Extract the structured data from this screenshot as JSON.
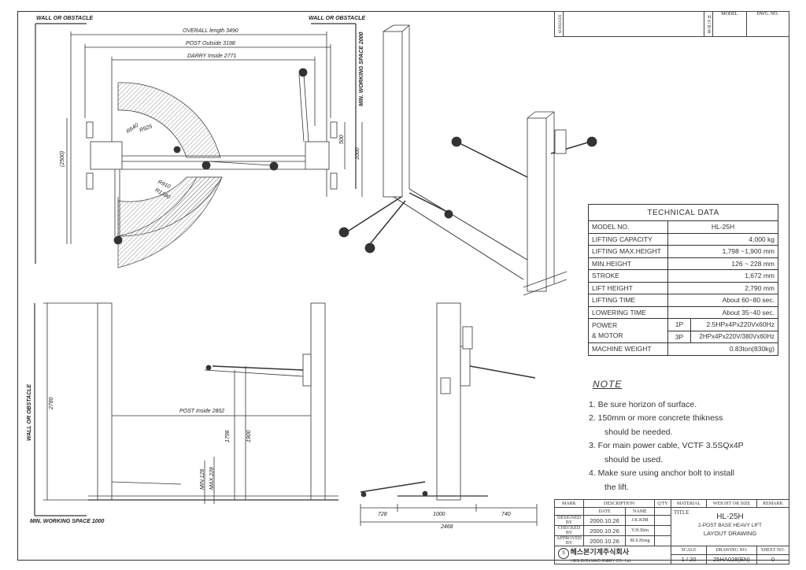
{
  "labels": {
    "wall_top_left": "WALL OR OBSTACLE",
    "wall_top_right": "WALL OR OBSTACLE",
    "wall_side": "WALL OR OBSTACLE",
    "min_working_space_top": "MIN. WORKING SPACE 2000",
    "min_working_space_bottom": "MIN. WORKING SPACE 1000",
    "overall_length": "OVERALL length 3490",
    "post_outside": "POST Outside 3198",
    "darry_inside": "DARRY Inside 2771",
    "post_inside": "POST Inside 2802",
    "dim_2500": "(2500)",
    "dim_500": "500",
    "dim_1000_side": "1000",
    "dim_2780": "2780",
    "dim_1798": "1798",
    "dim_1900": "1900",
    "min_126": "MIN.126",
    "max_228": "MAX.228",
    "r640": "R640",
    "r925": "R925",
    "r910": "R910",
    "r1390": "R1390",
    "dim_728": "728",
    "dim_1000": "1000",
    "dim_740": "740",
    "dim_2468": "2468"
  },
  "revision": {
    "revision_label": "REVISION",
    "sheet_label": "차 트 번 호",
    "model_label": "MODEL",
    "dwg_label": "DWG. NO."
  },
  "tech": {
    "title": "TECHNICAL DATA",
    "rows": [
      {
        "k": "MODEL NO.",
        "v": "HL-25H"
      },
      {
        "k": "LIFTING CAPACITY",
        "v": "4,000 kg"
      },
      {
        "k": "LIFTING MAX.HEIGHT",
        "v": "1,798 ~1,900 mm"
      },
      {
        "k": "MIN.HEIGHT",
        "v": "126 ~ 228 mm"
      },
      {
        "k": "STROKE",
        "v": "1,672 mm"
      },
      {
        "k": "LIFT HEIGHT",
        "v": "2,790 mm"
      },
      {
        "k": "LIFTING TIME",
        "v": "About 60~80 sec."
      },
      {
        "k": "LOWERING TIME",
        "v": "About 35~40 sec."
      }
    ],
    "power_label1": "POWER",
    "power_label2": "& MOTOR",
    "p1": "1P",
    "p1_val": "2.5HPx4Px220Vx60Hz",
    "p3": "3P",
    "p3_val": "2HPx4Px220V/380Vx60Hz",
    "weight_label": "MACHINE WEIGHT",
    "weight_val": "0.83ton(830kg)"
  },
  "notes": {
    "title": "NOTE",
    "n1": "1. Be sure horizon of surface.",
    "n2a": "2. 150mm or more concrete thikness",
    "n2b": "should be needed.",
    "n3a": "3. For main power cable, VCTF 3.5SQx4P",
    "n3b": "should be used.",
    "n4a": "4. Make sure using anchor bolt to install",
    "n4b": "the lift."
  },
  "titleblock": {
    "mark": "MARK",
    "description": "DESCRIPTION",
    "qty": "Q'TY",
    "material": "MATERIAL",
    "weight": "WEIGHT OR SIZE",
    "remark": "REMARK",
    "date": "DATE",
    "name": "NAME",
    "title_label": "TITLE",
    "designed": "DESIGNED BY",
    "checked": "CHECKED BY",
    "approved": "APPROVED BY",
    "d1": "2000.10.26",
    "d2": "2000.10.26",
    "d3": "2000.10.26",
    "n1": "J.K.KIM",
    "n2": "Y.H.Shin",
    "n3": "M.S.Hong",
    "model": "HL-25H",
    "desc1": "2-POST BASE HEAVY LIFT",
    "desc2": "LAYOUT DRAWING",
    "scale_label": "SCALE",
    "drawing_no_label": "DRAWING NO.",
    "sheet_no_label": "SHEET NO.",
    "scale": "1 / 20",
    "drawing_no": "25HA028(EN)",
    "sheet_no": "0",
    "company_kr": "헤스본기계주식회사",
    "company_en": "HESHBON MACHINERY CO., Ltd."
  }
}
